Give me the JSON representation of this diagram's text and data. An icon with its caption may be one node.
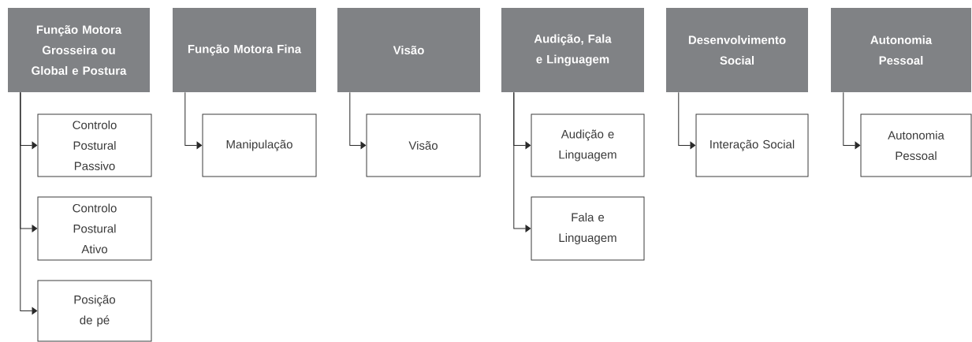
{
  "diagram": {
    "nodes": [
      {
        "text": [
          "Função Motora Grosseira ou Global e Postura"
        ]
      },
      {
        "text": [
          "Controlo Postural Passivo"
        ]
      },
      {
        "text": [
          "Controlo Postural Ativo"
        ]
      },
      {
        "text": [
          "Posição de pé"
        ]
      },
      {
        "text": [
          "Função Motora Fina"
        ]
      },
      {
        "text": [
          "Manipulação"
        ]
      },
      {
        "text": [
          "Visão"
        ]
      },
      {
        "text": [
          "Visão"
        ]
      },
      {
        "text": [
          "Audição, Fala e Linguagem"
        ]
      },
      {
        "text": [
          "Audição e Linguagem"
        ]
      },
      {
        "text": [
          "Fala e Linguagem"
        ]
      },
      {
        "text": [
          "Desenvolvimento Social"
        ]
      },
      {
        "text": [
          "Interação Social"
        ]
      },
      {
        "text": [
          "Autonomia Pessoal"
        ]
      },
      {
        "text": [
          "Autonomia Pessoal"
        ]
      }
    ],
    "edges": [
      {
        "from": 0,
        "to": 1,
        "arrow": "to"
      },
      {
        "from": 0,
        "to": 2,
        "arrow": "to"
      },
      {
        "from": 0,
        "to": 3,
        "arrow": "to"
      },
      {
        "from": 4,
        "to": 5,
        "arrow": "to"
      },
      {
        "from": 6,
        "to": 7,
        "arrow": "to"
      },
      {
        "from": 8,
        "to": 9,
        "arrow": "to"
      },
      {
        "from": 8,
        "to": 10,
        "arrow": "to"
      },
      {
        "from": 11,
        "to": 12,
        "arrow": "to"
      },
      {
        "from": 13,
        "to": 14,
        "arrow": "to"
      }
    ]
  }
}
